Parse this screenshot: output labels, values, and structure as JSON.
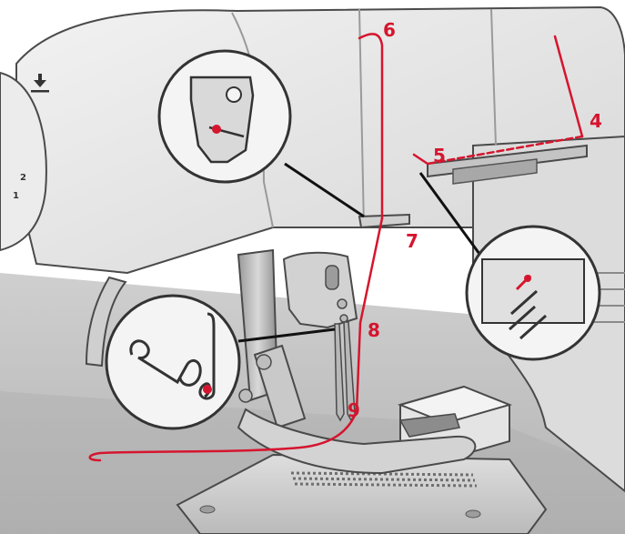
{
  "colors": {
    "thread": "#d5152e",
    "outline": "#4a4a4a",
    "machine": "#e6e6e6",
    "machine_dark": "#c9c9c9",
    "floor": "#bdbdbd",
    "background": "#ffffff"
  },
  "steps": [
    {
      "id": "step-4",
      "label": "4"
    },
    {
      "id": "step-5",
      "label": "5"
    },
    {
      "id": "step-6",
      "label": "6"
    },
    {
      "id": "step-7",
      "label": "7"
    },
    {
      "id": "step-8",
      "label": "8"
    },
    {
      "id": "step-9",
      "label": "9"
    }
  ],
  "dial": {
    "mark_top": "2",
    "mark_bottom": "1"
  },
  "icons": [
    "stitch-length-icon"
  ]
}
